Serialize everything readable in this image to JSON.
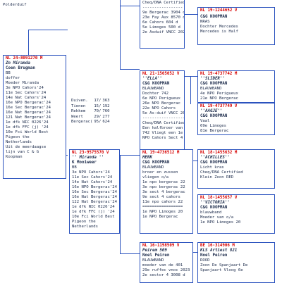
{
  "header": {
    "top_text": "Polderduif"
  },
  "cards": {
    "main": {
      "ring": "NL  24-8091270 M",
      "name": "Zn Miranda",
      "owner": "Coen Brugman",
      "lines": [
        "BB",
        "doffer",
        "Moeder Miranda",
        "3e NPO Cahors'24",
        "11e Sec Cahors'24",
        "14e Nat Cahors'24",
        "16e NPO Bergerac'24",
        "16e Sec Bergerac'24",
        "16e Nat Bergerac'24",
        "121 Nat Bergerac'24",
        "1e dfk NIC 0226'24",
        "1e dfk FFC (j) '24",
        "10e Fci World Best",
        "Pigeon the",
        "Netherlands",
        "Uit de meerdaagse",
        "lijn van C & G",
        "Koopman"
      ]
    },
    "top_partial": {
      "lines": [
        "Cheq/DNA Certified",
        "-----------------",
        "9e  Bergerac 3904 d",
        "23e Fay Aux 8570 d",
        "6e  Cahors   604 d",
        "5e  Limoges  500 d",
        "2e Asduif VNCC 2021"
      ]
    },
    "sire": {
      "ring": "NL  21-1505052 V",
      "name": "''ELLA''",
      "owner": "C&G KOOPMAN",
      "lines": [
        "BLAUWBAND",
        "Dochter 742",
        "6e  NPO Perigueux",
        "26e NPO Bergerac",
        "22e NPO Cahors",
        "5e As-duif VNCC 2021",
        "------------------",
        "Cheq/DNA Certified",
        "Een halfbroer van de",
        "742 Vliegt een 1e",
        "NPO Cahors Sect 4"
      ]
    },
    "dam": {
      "ring": "NL  23-9575570 V",
      "name": "'' Miranda ''",
      "owner": "K Mooiweer",
      "lines": [
        "BB",
        "3e NPO Cahors'24",
        "11e Sec Cahors'24",
        "14e Nat Cahors'24",
        "16e NPO Bergerac'24",
        "16e Sec Bergerac'24",
        "16e Nat Bergerac'24",
        "122 Nat Bergerac'24",
        "1e dfk NIC 0226'24",
        "1e dfk FFC (j) '24",
        "10e Fci World Best",
        "Pigeon the",
        "Netherlands"
      ]
    },
    "ss": {
      "ring": "NL  19-1244652 V",
      "owner": "C&G KOOPMAN",
      "lines": [
        "NRAS",
        "Dochter Mercedes",
        "Mercedes is Half"
      ]
    },
    "sd1": {
      "ring": "NL  19-4737742 M",
      "name": "''SLIDER''",
      "owner": "C&G KOOPMAN",
      "lines": [
        "BLAUWBAND",
        "4e NPO Perigueux",
        "21e NPO Bergerac"
      ]
    },
    "sd2": {
      "ring": "NL  19-4737749 V",
      "name": "''AAGJE''",
      "owner": "C&G KOOPMAN",
      "lines": [
        "Vaal",
        "69e  Limoges",
        "81e Bergerac"
      ]
    },
    "ds": {
      "ring": "NL  19-4736512 M",
      "name": "HENK",
      "owner": "C&G KOOPMAN",
      "lines": [
        "BLAUWBAND",
        "broer en zussen",
        "vliegen o/a",
        "1e  npo bergerac 22",
        "3e  npo bergerac 22",
        "3e sect 4 bergerac",
        "9e sect 4 cahors",
        "11e npo cahors 22",
        "=================",
        "1e NPO Limoges   20",
        "1e NPO Bergerac"
      ]
    },
    "dd1": {
      "ring": "NL  18-1455632 M",
      "name": "''ACHILLES''",
      "owner": "C&G KOOPMAN",
      "lines": [
        "Licht kras",
        "Cheq/DNA Certified",
        "Klein Zoon RED"
      ]
    },
    "dd2": {
      "ring": "NL  18-1455657 V",
      "name": "''VICTORIA''",
      "owner": "C&G KOOPMAN",
      "lines": [
        "blauwband",
        "Moeder van o/a",
        "1e NPO Limoges   20"
      ]
    },
    "bot1": {
      "ring": "NL  16-1198509 V",
      "name": "Peirem 509",
      "owner": "Noel Peiren",
      "lines": [
        "BLAUWBAND",
        "moeder van de 401",
        "29e ruffec vnoc 2023",
        "2e sector 4 3008 d"
      ]
    },
    "bot2": {
      "ring": "BE  16-314906 M",
      "name": "KLS Artiest 821",
      "owner": "Noel Peiren",
      "lines": [
        "ROOD",
        "Zoon De Spanjaart De",
        "Spanjaart Vloog 6e"
      ]
    }
  },
  "results": [
    {
      "race": "Duiven.",
      "pos": "17/",
      "of": "363"
    },
    {
      "race": "Tienen",
      "pos": "15/",
      "of": "192"
    },
    {
      "race": "Rekkem",
      "pos": "70/",
      "of": "760"
    },
    {
      "race": "Weert",
      "pos": "29/",
      "of": "277"
    },
    {
      "race": "Bergerac(",
      "pos": "95/",
      "of": "624"
    }
  ]
}
